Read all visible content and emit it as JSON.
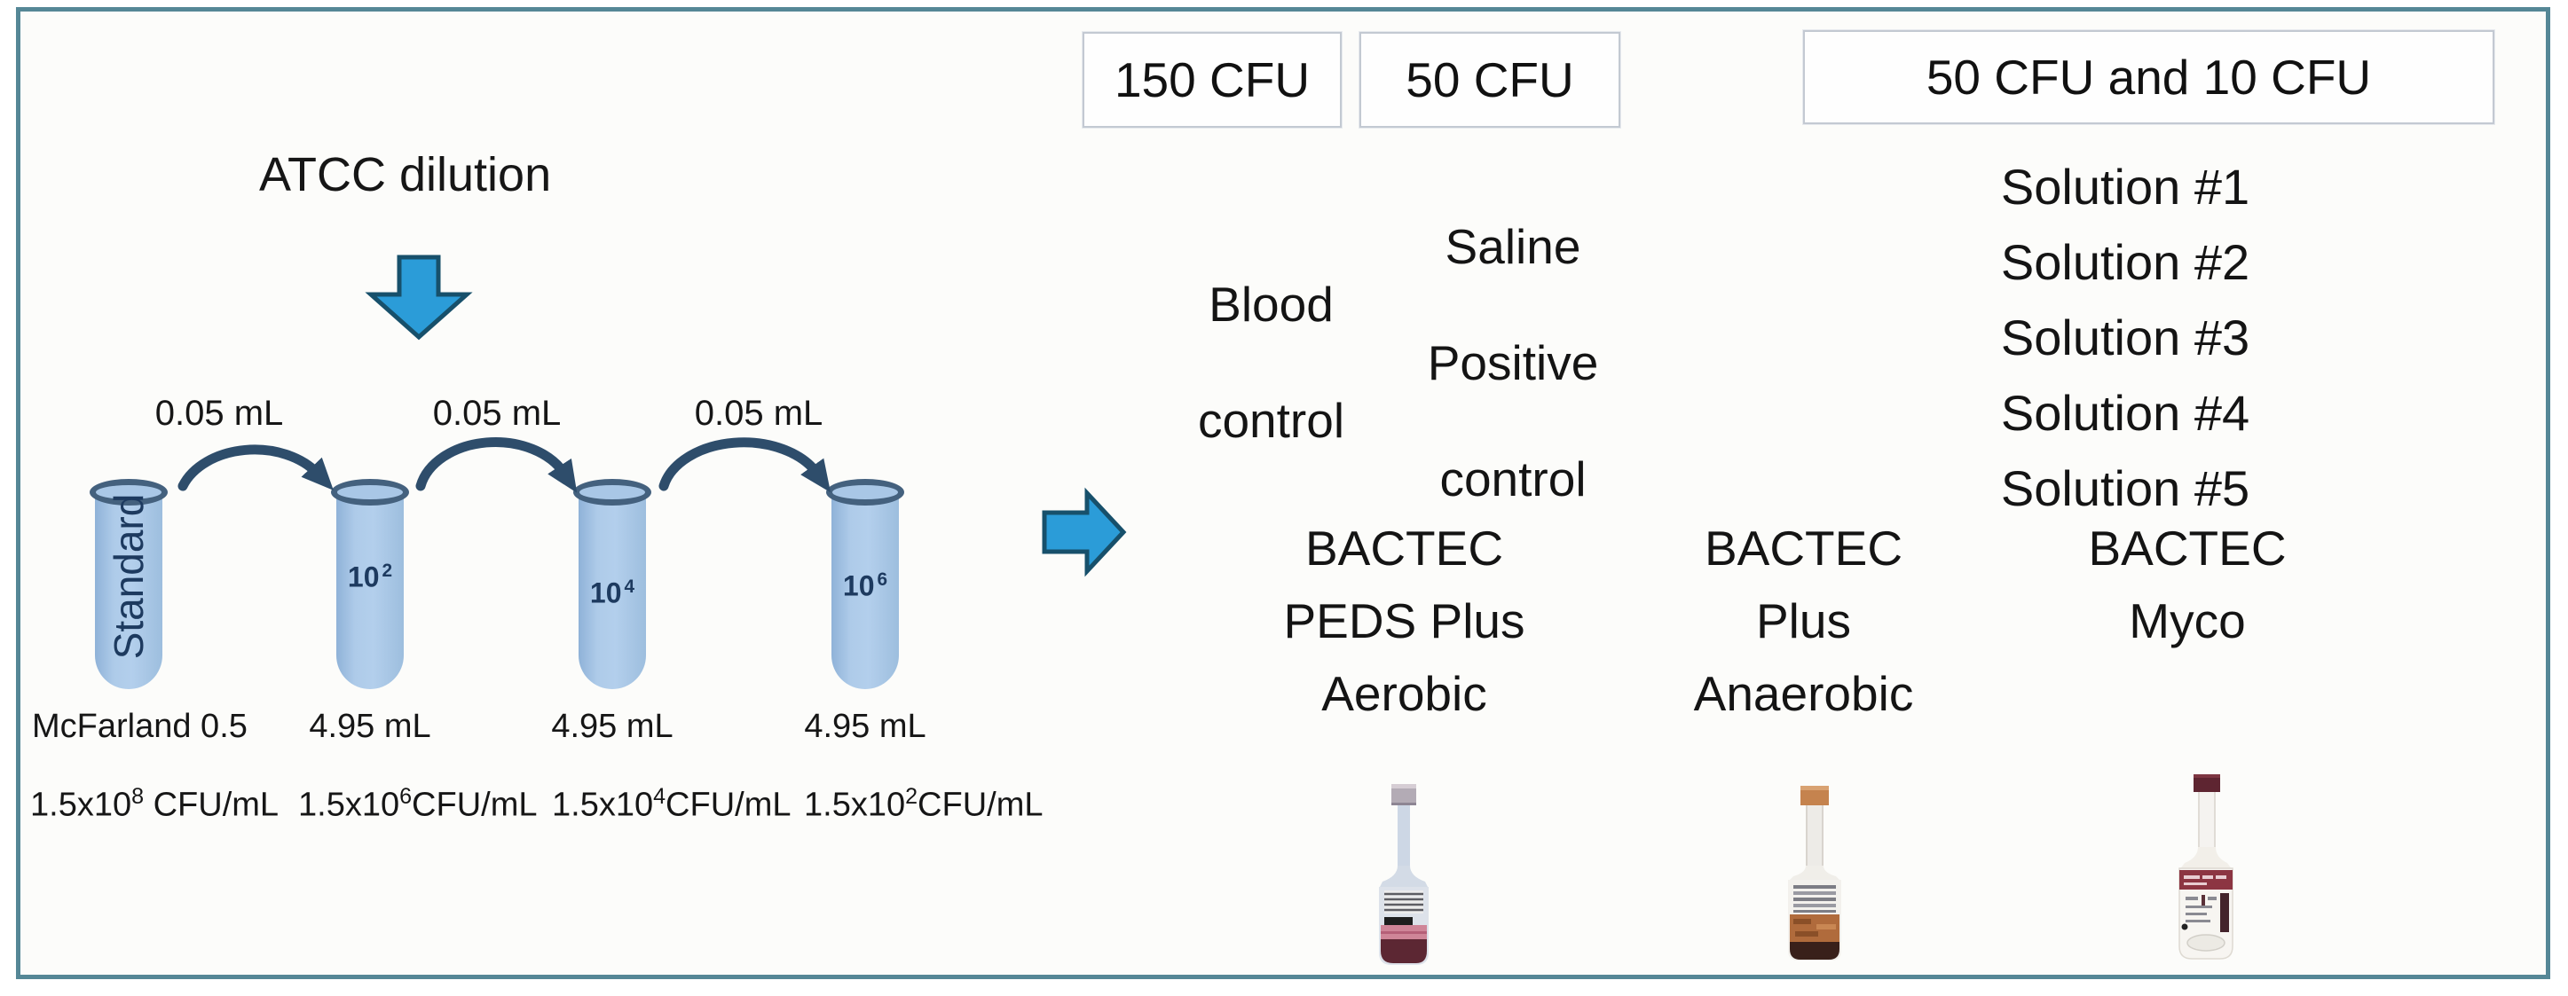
{
  "figure": {
    "top_boxes": [
      {
        "label": "150 CFU"
      },
      {
        "label": "50 CFU"
      },
      {
        "label": "50 CFU and 10 CFU"
      }
    ],
    "dilution": {
      "title": "ATCC dilution",
      "transfers": [
        "0.05 mL",
        "0.05 mL",
        "0.05 mL"
      ],
      "tubes": [
        {
          "label": "Standard",
          "sub_label": "McFarland 0.5",
          "conc_base": "1.5x10",
          "conc_exp": "8",
          "conc_unit": " CFU/mL"
        },
        {
          "label_base": "10",
          "label_exp": "2",
          "sub_label": "4.95 mL",
          "conc_base": "1.5x10",
          "conc_exp": "6",
          "conc_unit": "CFU/mL"
        },
        {
          "label_base": "10",
          "label_exp": "4",
          "sub_label": "4.95 mL",
          "conc_base": "1.5x10",
          "conc_exp": "4",
          "conc_unit": "CFU/mL"
        },
        {
          "label_base": "10",
          "label_exp": "6",
          "sub_label": "4.95 mL",
          "conc_base": "1.5x10",
          "conc_exp": "2",
          "conc_unit": "CFU/mL"
        }
      ]
    },
    "controls": {
      "blood": "Blood\ncontrol",
      "saline": "Saline\nPositive\ncontrol"
    },
    "solutions": [
      "Solution #1",
      "Solution #2",
      "Solution #3",
      "Solution #4",
      "Solution #5"
    ],
    "bottles": [
      {
        "name": "BACTEC\nPEDS Plus\nAerobic"
      },
      {
        "name": "BACTEC\nPlus\nAnaerobic"
      },
      {
        "name": "BACTEC\nMyco"
      }
    ],
    "colors": {
      "frame_border": "#558796",
      "block_arrow_fill": "#2b9cd8",
      "block_arrow_stroke": "#17506b",
      "transfer_arc": "#2e4d6b",
      "tube_fill": "#a9c7e6",
      "tube_rim_stroke": "#44617e",
      "tube_text": "#1d3a5f"
    }
  }
}
